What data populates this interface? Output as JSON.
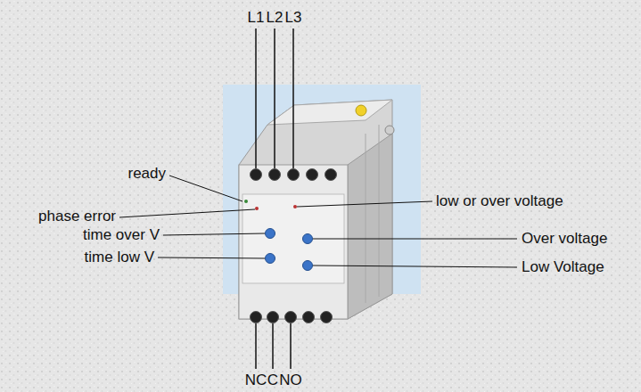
{
  "diagram": {
    "labels": [
      "L1",
      "L2",
      "L3",
      "ready",
      "phase error",
      "time over V",
      "time low V",
      "low or over voltage",
      "Over voltage",
      "Low Voltage",
      "NC",
      "C",
      "NO"
    ]
  }
}
